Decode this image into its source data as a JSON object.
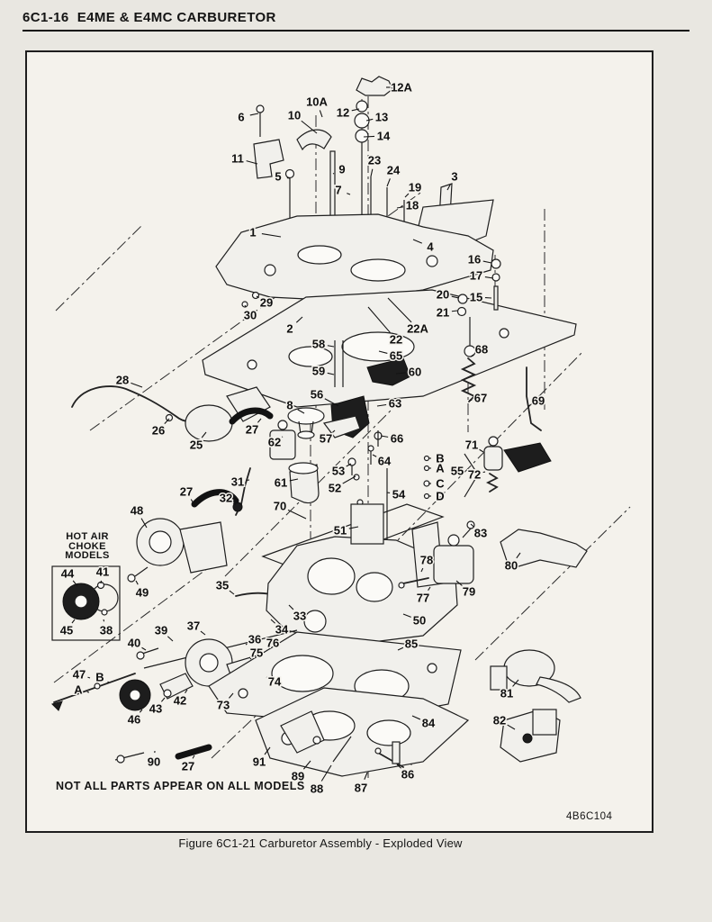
{
  "page": {
    "header": "6C1-16  E4ME & E4MC CARBURETOR",
    "caption": "Figure 6C1-21 Carburetor Assembly - Exploded View",
    "figure_code": "4B6C104",
    "note": "NOT ALL PARTS APPEAR ON ALL MODELS"
  },
  "hot_air": [
    "HOT AIR",
    "CHOKE",
    "MODELS"
  ],
  "colors": {
    "ink": "#141414",
    "paper": "#f4f2ec",
    "page_bg": "#e9e7e1"
  },
  "callouts": [
    [
      "6",
      268,
      130,
      287,
      126
    ],
    [
      "10",
      327,
      128,
      352,
      148
    ],
    [
      "10A",
      352,
      113,
      358,
      130
    ],
    [
      "12",
      381,
      125,
      399,
      121
    ],
    [
      "12A",
      446,
      97,
      429,
      97
    ],
    [
      "13",
      424,
      130,
      407,
      134
    ],
    [
      "14",
      426,
      151,
      404,
      152
    ],
    [
      "11",
      264,
      176,
      286,
      182
    ],
    [
      "5",
      309,
      196,
      322,
      198
    ],
    [
      "9",
      380,
      188,
      370,
      193
    ],
    [
      "7",
      376,
      211,
      389,
      216
    ],
    [
      "23",
      416,
      178,
      412,
      196
    ],
    [
      "24",
      437,
      189,
      430,
      207
    ],
    [
      "19",
      461,
      208,
      450,
      219
    ],
    [
      "18",
      458,
      228,
      441,
      231
    ],
    [
      "3",
      505,
      196,
      497,
      211
    ],
    [
      "1",
      281,
      258,
      312,
      263
    ],
    [
      "4",
      478,
      274,
      459,
      266
    ],
    [
      "16",
      527,
      288,
      546,
      292
    ],
    [
      "17",
      529,
      306,
      548,
      309
    ],
    [
      "20",
      492,
      327,
      510,
      331
    ],
    [
      "15",
      529,
      330,
      546,
      331
    ],
    [
      "21",
      492,
      347,
      508,
      345
    ],
    [
      "29",
      296,
      336,
      285,
      329
    ],
    [
      "30",
      278,
      350,
      272,
      339
    ],
    [
      "2",
      322,
      365,
      336,
      352
    ],
    [
      "22A",
      464,
      365,
      431,
      331
    ],
    [
      "22",
      440,
      377,
      409,
      341
    ],
    [
      "58",
      354,
      382,
      371,
      385
    ],
    [
      "65",
      440,
      395,
      421,
      390
    ],
    [
      "59",
      354,
      412,
      371,
      416
    ],
    [
      "60",
      461,
      413,
      440,
      415
    ],
    [
      "68",
      535,
      388,
      523,
      396
    ],
    [
      "56",
      352,
      438,
      376,
      451
    ],
    [
      "63",
      439,
      448,
      419,
      451
    ],
    [
      "8",
      322,
      450,
      338,
      459
    ],
    [
      "67",
      534,
      442,
      521,
      445
    ],
    [
      "69",
      598,
      445,
      587,
      451
    ],
    [
      "28",
      136,
      422,
      158,
      430
    ],
    [
      "26",
      176,
      478,
      188,
      465
    ],
    [
      "25",
      218,
      494,
      229,
      480
    ],
    [
      "27",
      280,
      477,
      290,
      465
    ],
    [
      "62",
      305,
      491,
      314,
      485
    ],
    [
      "57",
      362,
      487,
      372,
      478
    ],
    [
      "66",
      441,
      487,
      423,
      484
    ],
    [
      "64",
      427,
      512,
      414,
      505
    ],
    [
      "53",
      376,
      523,
      390,
      515
    ],
    [
      "52",
      372,
      542,
      395,
      529
    ],
    [
      "31",
      264,
      535,
      277,
      533
    ],
    [
      "61",
      312,
      536,
      331,
      532
    ],
    [
      "32",
      251,
      553,
      262,
      561
    ],
    [
      "54",
      443,
      549,
      430,
      547
    ],
    [
      "70",
      311,
      562,
      340,
      576
    ],
    [
      "51",
      378,
      589,
      398,
      585
    ],
    [
      "71",
      524,
      494,
      537,
      502
    ],
    [
      "72",
      527,
      527,
      539,
      524
    ],
    [
      "B",
      489,
      509,
      476,
      509
    ],
    [
      "A",
      489,
      520,
      476,
      520
    ],
    [
      "55",
      508,
      523,
      null,
      null
    ],
    [
      "C",
      489,
      537,
      476,
      537
    ],
    [
      "D",
      489,
      551,
      476,
      551
    ],
    [
      "27",
      207,
      546,
      215,
      559
    ],
    [
      "48",
      152,
      567,
      163,
      586
    ],
    [
      "49",
      158,
      658,
      151,
      645
    ],
    [
      "35",
      247,
      650,
      260,
      660
    ],
    [
      "44",
      75,
      637,
      86,
      651
    ],
    [
      "41",
      114,
      635,
      112,
      648
    ],
    [
      "45",
      74,
      700,
      83,
      688
    ],
    [
      "38",
      118,
      700,
      115,
      688
    ],
    [
      "83",
      534,
      592,
      523,
      582
    ],
    [
      "80",
      568,
      628,
      578,
      614
    ],
    [
      "78",
      474,
      622,
      468,
      635
    ],
    [
      "79",
      521,
      657,
      507,
      645
    ],
    [
      "77",
      470,
      664,
      478,
      652
    ],
    [
      "50",
      466,
      689,
      448,
      682
    ],
    [
      "85",
      457,
      715,
      442,
      722
    ],
    [
      "33",
      333,
      684,
      321,
      672
    ],
    [
      "34",
      313,
      699,
      301,
      688
    ],
    [
      "37",
      215,
      695,
      228,
      705
    ],
    [
      "39",
      179,
      700,
      192,
      712
    ],
    [
      "36",
      283,
      710,
      273,
      716
    ],
    [
      "76",
      303,
      714,
      296,
      721
    ],
    [
      "75",
      285,
      725,
      279,
      731
    ],
    [
      "40",
      149,
      714,
      162,
      722
    ],
    [
      "47",
      88,
      749,
      100,
      753
    ],
    [
      "B",
      111,
      752,
      121,
      758
    ],
    [
      "A",
      87,
      766,
      99,
      769
    ],
    [
      "74",
      305,
      757,
      296,
      752
    ],
    [
      "73",
      248,
      783,
      259,
      770
    ],
    [
      "43",
      173,
      787,
      183,
      775
    ],
    [
      "42",
      200,
      778,
      208,
      766
    ],
    [
      "46",
      149,
      799,
      158,
      788
    ],
    [
      "81",
      563,
      770,
      576,
      755
    ],
    [
      "82",
      555,
      800,
      572,
      810
    ],
    [
      "84",
      476,
      803,
      458,
      795
    ],
    [
      "91",
      288,
      846,
      300,
      830
    ],
    [
      "90",
      171,
      846,
      172,
      834
    ],
    [
      "27",
      209,
      851,
      216,
      839
    ],
    [
      "89",
      331,
      862,
      345,
      845
    ],
    [
      "88",
      352,
      876,
      368,
      850
    ],
    [
      "87",
      401,
      875,
      408,
      858
    ],
    [
      "86",
      453,
      860,
      441,
      849
    ]
  ]
}
